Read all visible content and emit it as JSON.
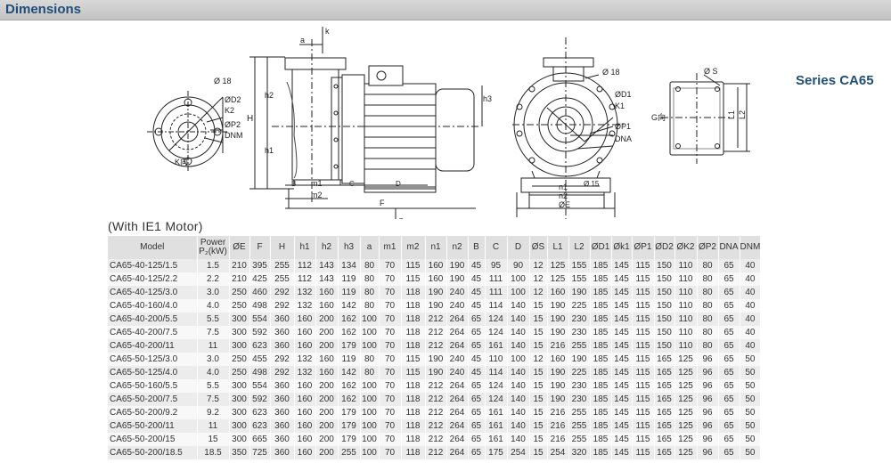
{
  "header": {
    "title": "Dimensions"
  },
  "series_label": "Series CA65",
  "subtitle": "(With IE1 Motor)",
  "drawing": {
    "left_labels": {
      "d18": "Ø 18",
      "d2": "ØD2",
      "k2": "K2",
      "p2": "ØP2",
      "dnm": "DNM",
      "k_view": "K向"
    },
    "side_labels": {
      "a": "a",
      "k": "k",
      "h": "H",
      "h1": "h1",
      "h2": "h2",
      "h3": "h3",
      "b": "B",
      "m1": "m1",
      "m2": "m2",
      "c": "C",
      "d": "D",
      "f": "F",
      "g": "G"
    },
    "front_labels": {
      "d18": "Ø 18",
      "d1": "ØD1",
      "k1": "K1",
      "p1": "ØP1",
      "dna": "DNA",
      "s15": "Ø 15",
      "n1": "n1",
      "n2": "n2",
      "e": "ØE"
    },
    "base_labels": {
      "s": "Ø S",
      "l1": "L1",
      "l2": "L2",
      "g_view": "G向"
    }
  },
  "table": {
    "columns": [
      "Model",
      "Power P₂(kW)",
      "ØE",
      "F",
      "H",
      "h1",
      "h2",
      "h3",
      "a",
      "m1",
      "m2",
      "n1",
      "n2",
      "B",
      "C",
      "D",
      "ØS",
      "L1",
      "L2",
      "ØD1",
      "Øk1",
      "ØP1",
      "ØD2",
      "ØK2",
      "ØP2",
      "DNA",
      "DNM"
    ],
    "rows": [
      [
        "CA65-40-125/1.5",
        "1.5",
        "210",
        "395",
        "255",
        "112",
        "143",
        "134",
        "80",
        "70",
        "115",
        "160",
        "190",
        "45",
        "95",
        "90",
        "12",
        "125",
        "155",
        "185",
        "145",
        "115",
        "150",
        "110",
        "80",
        "65",
        "40"
      ],
      [
        "CA65-40-125/2.2",
        "2.2",
        "210",
        "425",
        "255",
        "112",
        "143",
        "119",
        "80",
        "70",
        "115",
        "160",
        "190",
        "45",
        "111",
        "100",
        "12",
        "125",
        "155",
        "185",
        "145",
        "115",
        "150",
        "110",
        "80",
        "65",
        "40"
      ],
      [
        "CA65-40-125/3.0",
        "3.0",
        "250",
        "460",
        "292",
        "132",
        "160",
        "119",
        "80",
        "70",
        "118",
        "190",
        "240",
        "45",
        "111",
        "100",
        "12",
        "160",
        "190",
        "185",
        "145",
        "115",
        "150",
        "110",
        "80",
        "65",
        "40"
      ],
      [
        "CA65-40-160/4.0",
        "4.0",
        "250",
        "498",
        "292",
        "132",
        "160",
        "142",
        "80",
        "70",
        "118",
        "190",
        "240",
        "45",
        "114",
        "140",
        "15",
        "190",
        "225",
        "185",
        "145",
        "115",
        "150",
        "110",
        "80",
        "65",
        "40"
      ],
      [
        "CA65-40-200/5.5",
        "5.5",
        "300",
        "554",
        "360",
        "160",
        "200",
        "162",
        "100",
        "70",
        "118",
        "212",
        "264",
        "65",
        "124",
        "140",
        "15",
        "190",
        "230",
        "185",
        "145",
        "115",
        "150",
        "110",
        "80",
        "65",
        "40"
      ],
      [
        "CA65-40-200/7.5",
        "7.5",
        "300",
        "592",
        "360",
        "160",
        "200",
        "162",
        "100",
        "70",
        "118",
        "212",
        "264",
        "65",
        "124",
        "140",
        "15",
        "190",
        "230",
        "185",
        "145",
        "115",
        "150",
        "110",
        "80",
        "65",
        "40"
      ],
      [
        "CA65-40-200/11",
        "11",
        "300",
        "623",
        "360",
        "160",
        "200",
        "179",
        "100",
        "70",
        "118",
        "212",
        "264",
        "65",
        "161",
        "140",
        "15",
        "216",
        "255",
        "185",
        "145",
        "115",
        "150",
        "110",
        "80",
        "65",
        "40"
      ],
      [
        "CA65-50-125/3.0",
        "3.0",
        "250",
        "455",
        "292",
        "132",
        "160",
        "119",
        "80",
        "70",
        "115",
        "190",
        "240",
        "45",
        "110",
        "100",
        "12",
        "160",
        "190",
        "185",
        "145",
        "115",
        "165",
        "125",
        "96",
        "65",
        "50"
      ],
      [
        "CA65-50-125/4.0",
        "4.0",
        "250",
        "498",
        "292",
        "132",
        "160",
        "142",
        "80",
        "70",
        "115",
        "190",
        "240",
        "45",
        "114",
        "140",
        "15",
        "190",
        "225",
        "185",
        "145",
        "115",
        "165",
        "125",
        "96",
        "65",
        "50"
      ],
      [
        "CA65-50-160/5.5",
        "5.5",
        "300",
        "554",
        "360",
        "160",
        "200",
        "162",
        "100",
        "70",
        "118",
        "212",
        "264",
        "65",
        "124",
        "140",
        "15",
        "190",
        "230",
        "185",
        "145",
        "115",
        "165",
        "125",
        "96",
        "65",
        "50"
      ],
      [
        "CA65-50-200/7.5",
        "7.5",
        "300",
        "592",
        "360",
        "160",
        "200",
        "162",
        "100",
        "70",
        "118",
        "212",
        "264",
        "65",
        "124",
        "140",
        "15",
        "190",
        "230",
        "185",
        "145",
        "115",
        "165",
        "125",
        "96",
        "65",
        "50"
      ],
      [
        "CA65-50-200/9.2",
        "9.2",
        "300",
        "623",
        "360",
        "160",
        "200",
        "179",
        "100",
        "70",
        "118",
        "212",
        "264",
        "65",
        "161",
        "140",
        "15",
        "216",
        "255",
        "185",
        "145",
        "115",
        "165",
        "125",
        "96",
        "65",
        "50"
      ],
      [
        "CA65-50-200/11",
        "11",
        "300",
        "623",
        "360",
        "160",
        "200",
        "179",
        "100",
        "70",
        "118",
        "212",
        "264",
        "65",
        "161",
        "140",
        "15",
        "216",
        "255",
        "185",
        "145",
        "115",
        "165",
        "125",
        "96",
        "65",
        "50"
      ],
      [
        "CA65-50-200/15",
        "15",
        "300",
        "665",
        "360",
        "160",
        "200",
        "179",
        "100",
        "70",
        "118",
        "212",
        "264",
        "65",
        "161",
        "140",
        "15",
        "216",
        "255",
        "185",
        "145",
        "115",
        "165",
        "125",
        "96",
        "65",
        "50"
      ],
      [
        "CA65-50-200/18.5",
        "18.5",
        "350",
        "725",
        "360",
        "160",
        "200",
        "255",
        "100",
        "70",
        "118",
        "212",
        "264",
        "65",
        "175",
        "254",
        "15",
        "254",
        "320",
        "185",
        "145",
        "115",
        "165",
        "125",
        "96",
        "65",
        "50"
      ]
    ]
  }
}
